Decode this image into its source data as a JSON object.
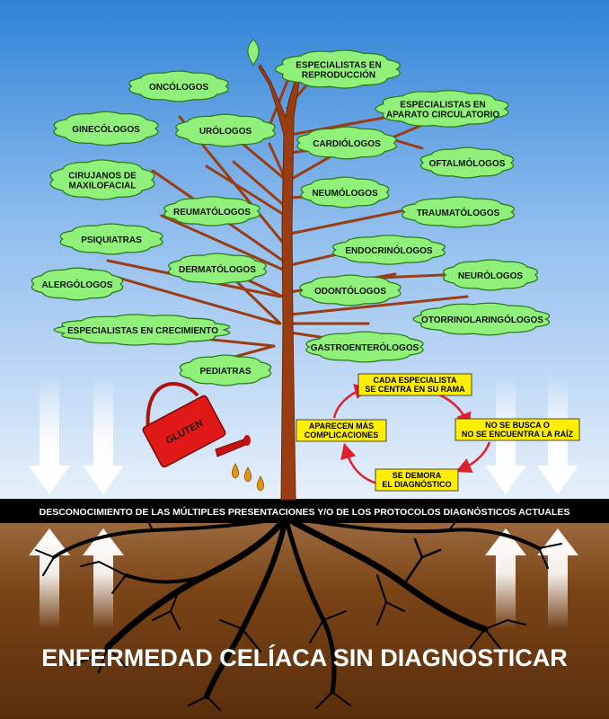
{
  "specialists": [
    {
      "id": "reproduccion",
      "lines": [
        "ESPECIALISTAS EN",
        "REPRODUCCIÓN"
      ]
    },
    {
      "id": "oncologos",
      "lines": [
        "ONCÓLOGOS"
      ]
    },
    {
      "id": "circulatorio",
      "lines": [
        "ESPECIALISTAS EN",
        "APARATO CIRCULATORIO"
      ]
    },
    {
      "id": "ginecologos",
      "lines": [
        "GINECÓLOGOS"
      ]
    },
    {
      "id": "urologos",
      "lines": [
        "URÓLOGOS"
      ]
    },
    {
      "id": "cardiologos",
      "lines": [
        "CARDIÓLOGOS"
      ]
    },
    {
      "id": "oftalmologos",
      "lines": [
        "OFTALMÓLOGOS"
      ]
    },
    {
      "id": "cirujanos",
      "lines": [
        "CIRUJANOS DE",
        "MAXILOFACIAL"
      ]
    },
    {
      "id": "neumologos",
      "lines": [
        "NEUMÓLOGOS"
      ]
    },
    {
      "id": "reumatologos",
      "lines": [
        "REUMATÓLOGOS"
      ]
    },
    {
      "id": "traumatologos",
      "lines": [
        "TRAUMATÓLOGOS"
      ]
    },
    {
      "id": "psiquiatras",
      "lines": [
        "PSIQUIATRAS"
      ]
    },
    {
      "id": "endocrinologos",
      "lines": [
        "ENDOCRINÓLOGOS"
      ]
    },
    {
      "id": "dermatologos",
      "lines": [
        "DERMATÓLOGOS"
      ]
    },
    {
      "id": "neurologos",
      "lines": [
        "NEURÓLOGOS"
      ]
    },
    {
      "id": "alergologos",
      "lines": [
        "ALERGÓLOGOS"
      ]
    },
    {
      "id": "odontologos",
      "lines": [
        "ODONTÓLOGOS"
      ]
    },
    {
      "id": "otorrino",
      "lines": [
        "OTORRINOLARINGÓLOGOS"
      ]
    },
    {
      "id": "crecimiento",
      "lines": [
        "ESPECIALISTAS EN CRECIMIENTO"
      ]
    },
    {
      "id": "gastro",
      "lines": [
        "GASTROENTERÓLOGOS"
      ]
    },
    {
      "id": "pediatras",
      "lines": [
        "PEDIATRAS"
      ]
    }
  ],
  "cycle": {
    "top": [
      "CADA ESPECIALISTA",
      "SE CENTRA EN SU RAMA"
    ],
    "right": [
      "NO SE BUSCA O",
      "NO SE ENCUENTRA LA RAÍZ"
    ],
    "bottom": [
      "SE DEMORA",
      "EL DIAGNÓSTICO"
    ],
    "left": [
      "APARECEN MÁS",
      "COMPLICACIONES"
    ]
  },
  "watering_can_label": "GLUTEN",
  "ground_band": "DESCONOCIMIENTO DE LAS MÚLTIPLES PRESENTACIONES Y/O DE LOS PROTOCOLOS DIAGNÓSTICOS ACTUALES",
  "title": "ENFERMEDAD CELÍACA SIN DIAGNOSTICAR",
  "colors": {
    "sky_top": "#2f82d6",
    "sky_bottom": "#e3eefa",
    "leaf": "#8ff07a",
    "trunk": "#9a3d12",
    "soil": "#7a4417",
    "band": "#000000",
    "label_bg": "#ffee00",
    "cycle_arrow": "#e0202e",
    "can": "#e01818",
    "drop": "#e09418"
  }
}
